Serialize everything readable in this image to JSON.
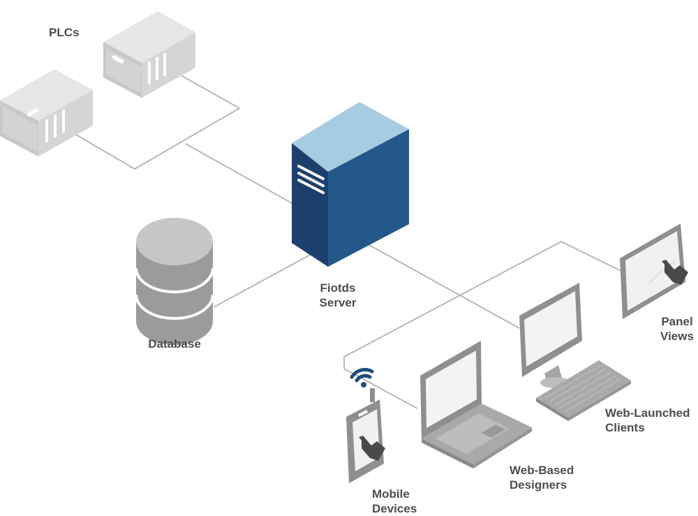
{
  "labels": {
    "plcs": "PLCs",
    "server_line1": "Fiotds",
    "server_line2": "Server",
    "database": "Database",
    "panel_line1": "Panel",
    "panel_line2": "Views",
    "web_launched_line1": "Web-Launched",
    "web_launched_line2": "Clients",
    "web_based_line1": "Web-Based",
    "web_based_line2": "Designers",
    "mobile_line1": "Mobile",
    "mobile_line2": "Devices"
  },
  "colors": {
    "server_front": "#1d3f6e",
    "server_side": "#24588a",
    "server_top": "#a7cbe2",
    "device_gray": "#bdbdbd",
    "device_dark": "#8f8f8f",
    "connector": "#b7b7b7",
    "text": "#4d4d4d",
    "wifi": "#1d4d80"
  },
  "icons": [
    "plc-icon",
    "server-icon",
    "database-icon",
    "panel-view-icon",
    "monitor-icon",
    "keyboard-icon",
    "laptop-icon",
    "mobile-phone-icon",
    "wifi-icon",
    "hand-pointer-icon"
  ]
}
